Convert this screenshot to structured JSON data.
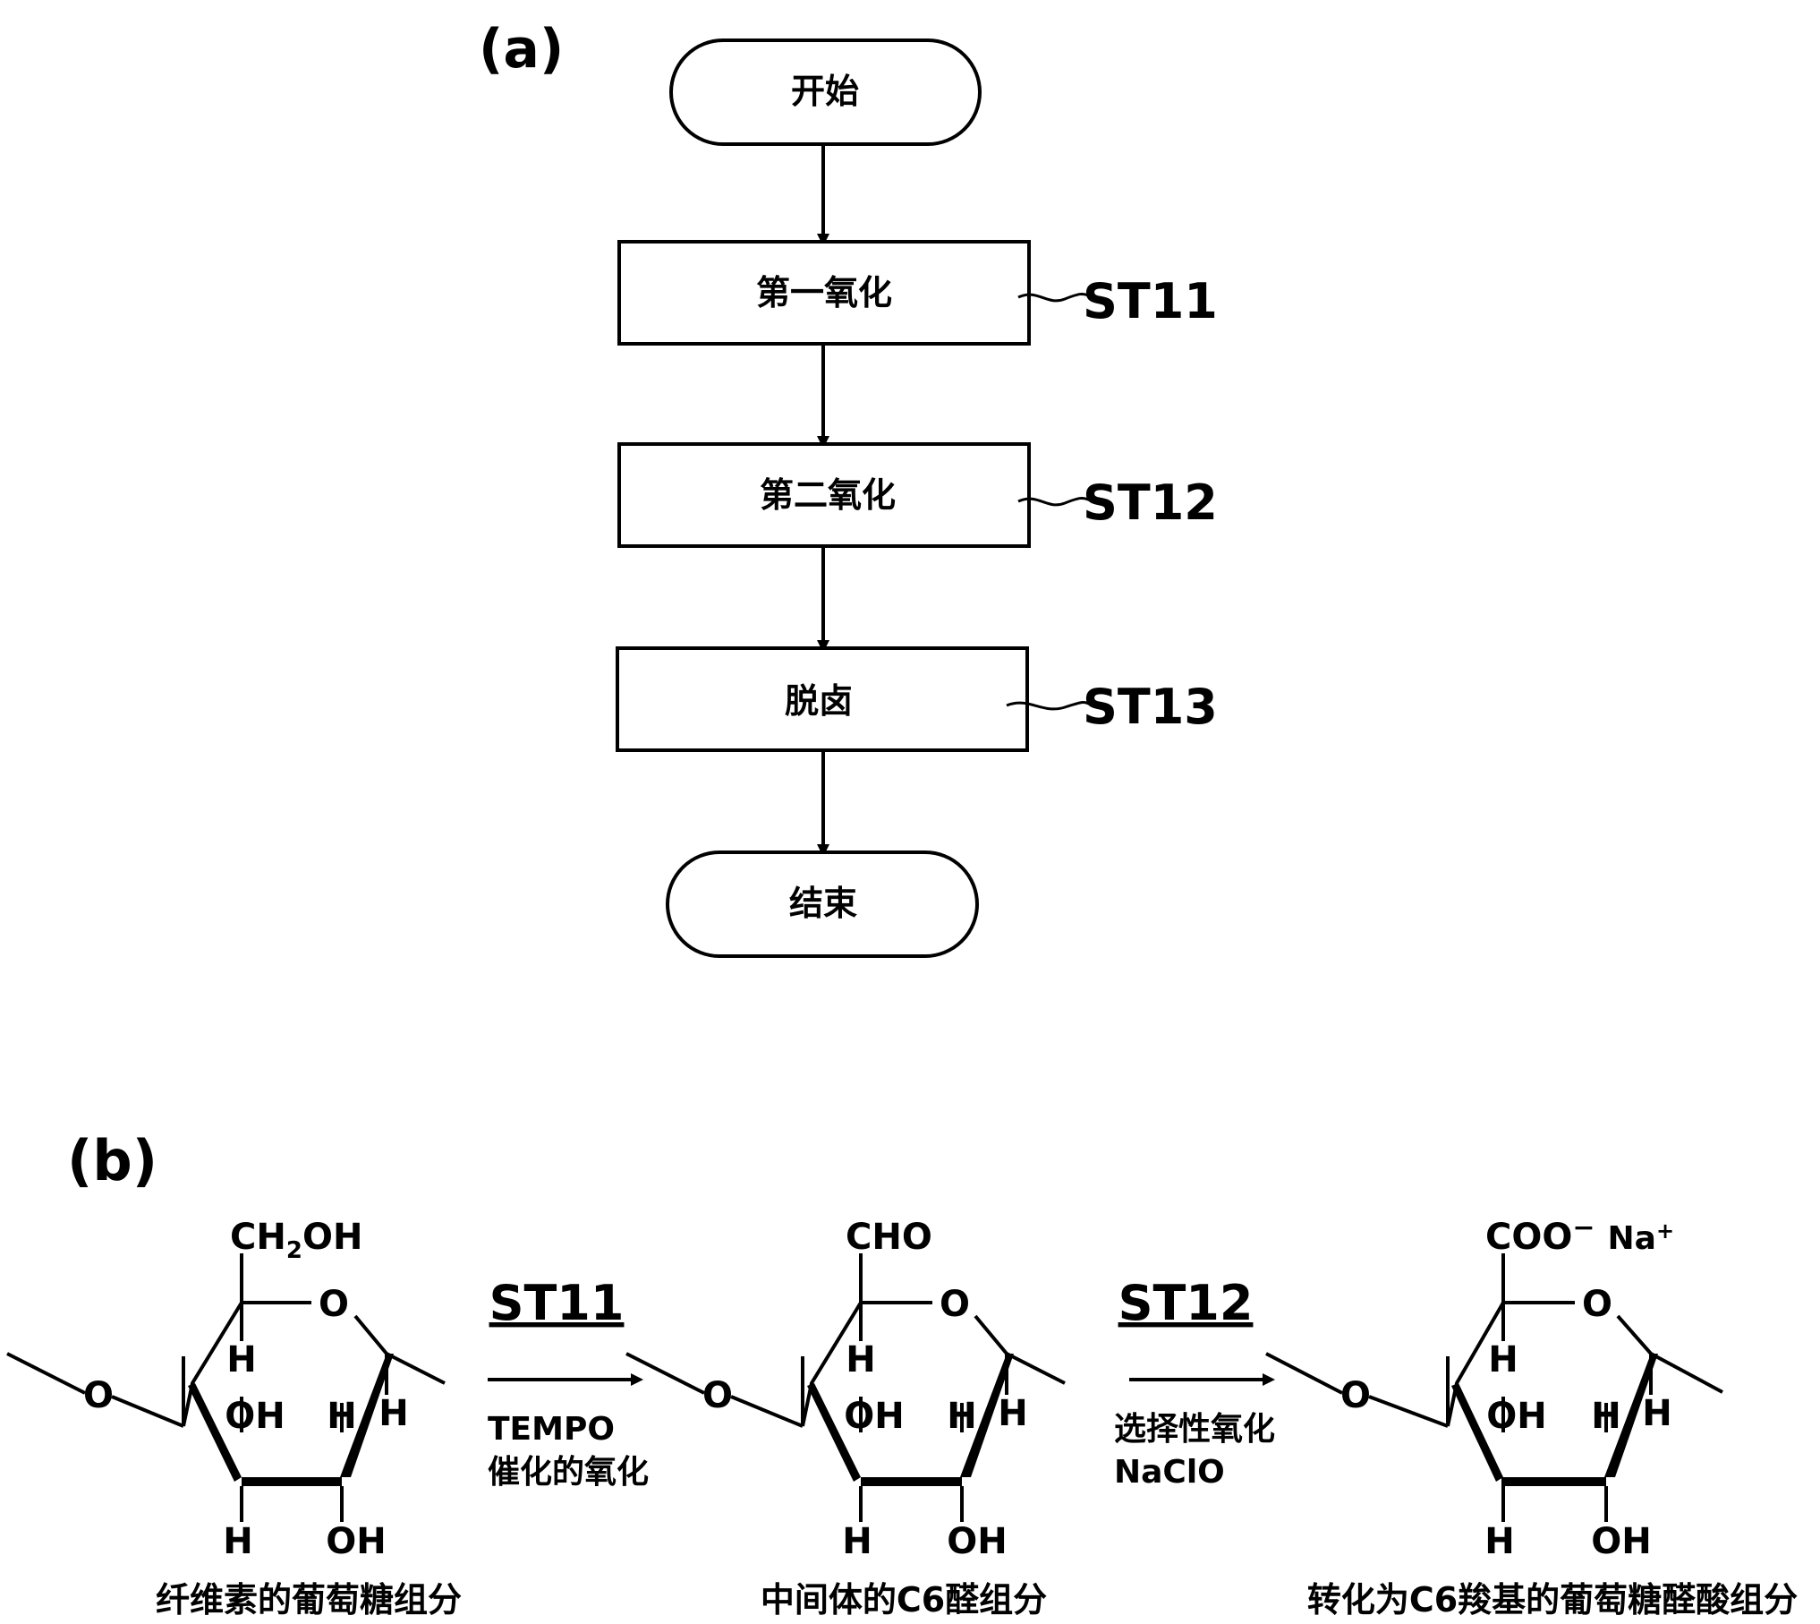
{
  "panel_a": {
    "label": "(a)",
    "start": "开始",
    "steps": [
      {
        "text": "第一氧化",
        "id": "ST11"
      },
      {
        "text": "第二氧化",
        "id": "ST12"
      },
      {
        "text": "脱卤",
        "id": "ST13"
      }
    ],
    "end": "结束"
  },
  "panel_b": {
    "label": "(b)",
    "molecules": [
      {
        "substituent_main": "CH",
        "substituent_sub": "2",
        "substituent_tail": "OH",
        "caption": "纤维素的葡萄糖组分"
      },
      {
        "substituent_main": "CHO",
        "substituent_sub": "",
        "substituent_tail": "",
        "caption": "中间体的C6醛组分"
      },
      {
        "substituent_main": "COO",
        "substituent_sup": "−",
        "substituent_tail": "Na",
        "substituent_tail_sup": "+",
        "caption": "转化为C6羧基的葡萄糖醛酸组分"
      }
    ],
    "arrows": [
      {
        "step": "ST11",
        "line1": "TEMPO",
        "line2": "催化的氧化"
      },
      {
        "step": "ST12",
        "line1": "选择性氧化",
        "line2": "NaClO"
      }
    ],
    "atoms": {
      "O": "O",
      "H": "H",
      "OH": "OH"
    }
  }
}
